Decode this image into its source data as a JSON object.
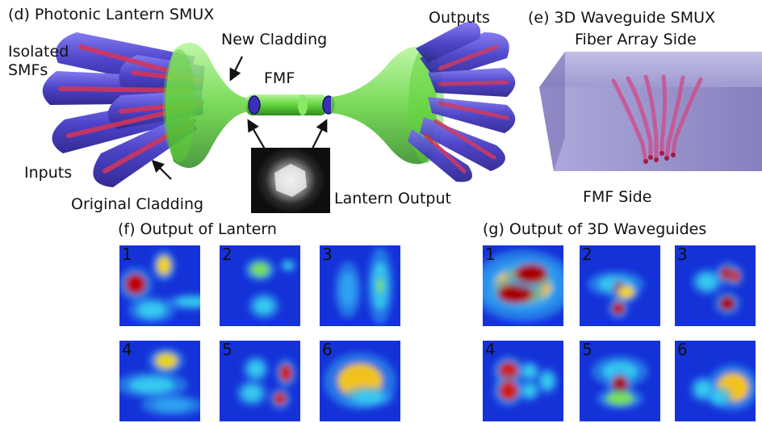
{
  "panel_d": {
    "title": "(d) Photonic Lantern SMUX",
    "labels": {
      "isolated_smfs_1": "Isolated",
      "isolated_smfs_2": "SMFs",
      "new_cladding": "New Cladding",
      "fmf": "FMF",
      "outputs": "Outputs",
      "inputs": "Inputs",
      "original_cladding": "Original Cladding",
      "lantern_output": "Lantern Output"
    }
  },
  "panel_e": {
    "title": "(e) 3D Waveguide SMUX",
    "fiber_array_side": "Fiber Array Side",
    "fmf_side": "FMF Side"
  },
  "panel_f": {
    "title": "(f) Output of Lantern",
    "modes": [
      "1",
      "2",
      "3",
      "4",
      "5",
      "6"
    ]
  },
  "panel_g": {
    "title": "(g) Output of 3D Waveguides",
    "modes": [
      "1",
      "2",
      "3",
      "4",
      "5",
      "6"
    ]
  },
  "colors": {
    "fiber_blue": "#4a3fd0",
    "core_red": "#d2254a",
    "cladding_green": "#72e04c",
    "chip_lavender": "#8d86c8",
    "map_background": "#1532d8"
  }
}
